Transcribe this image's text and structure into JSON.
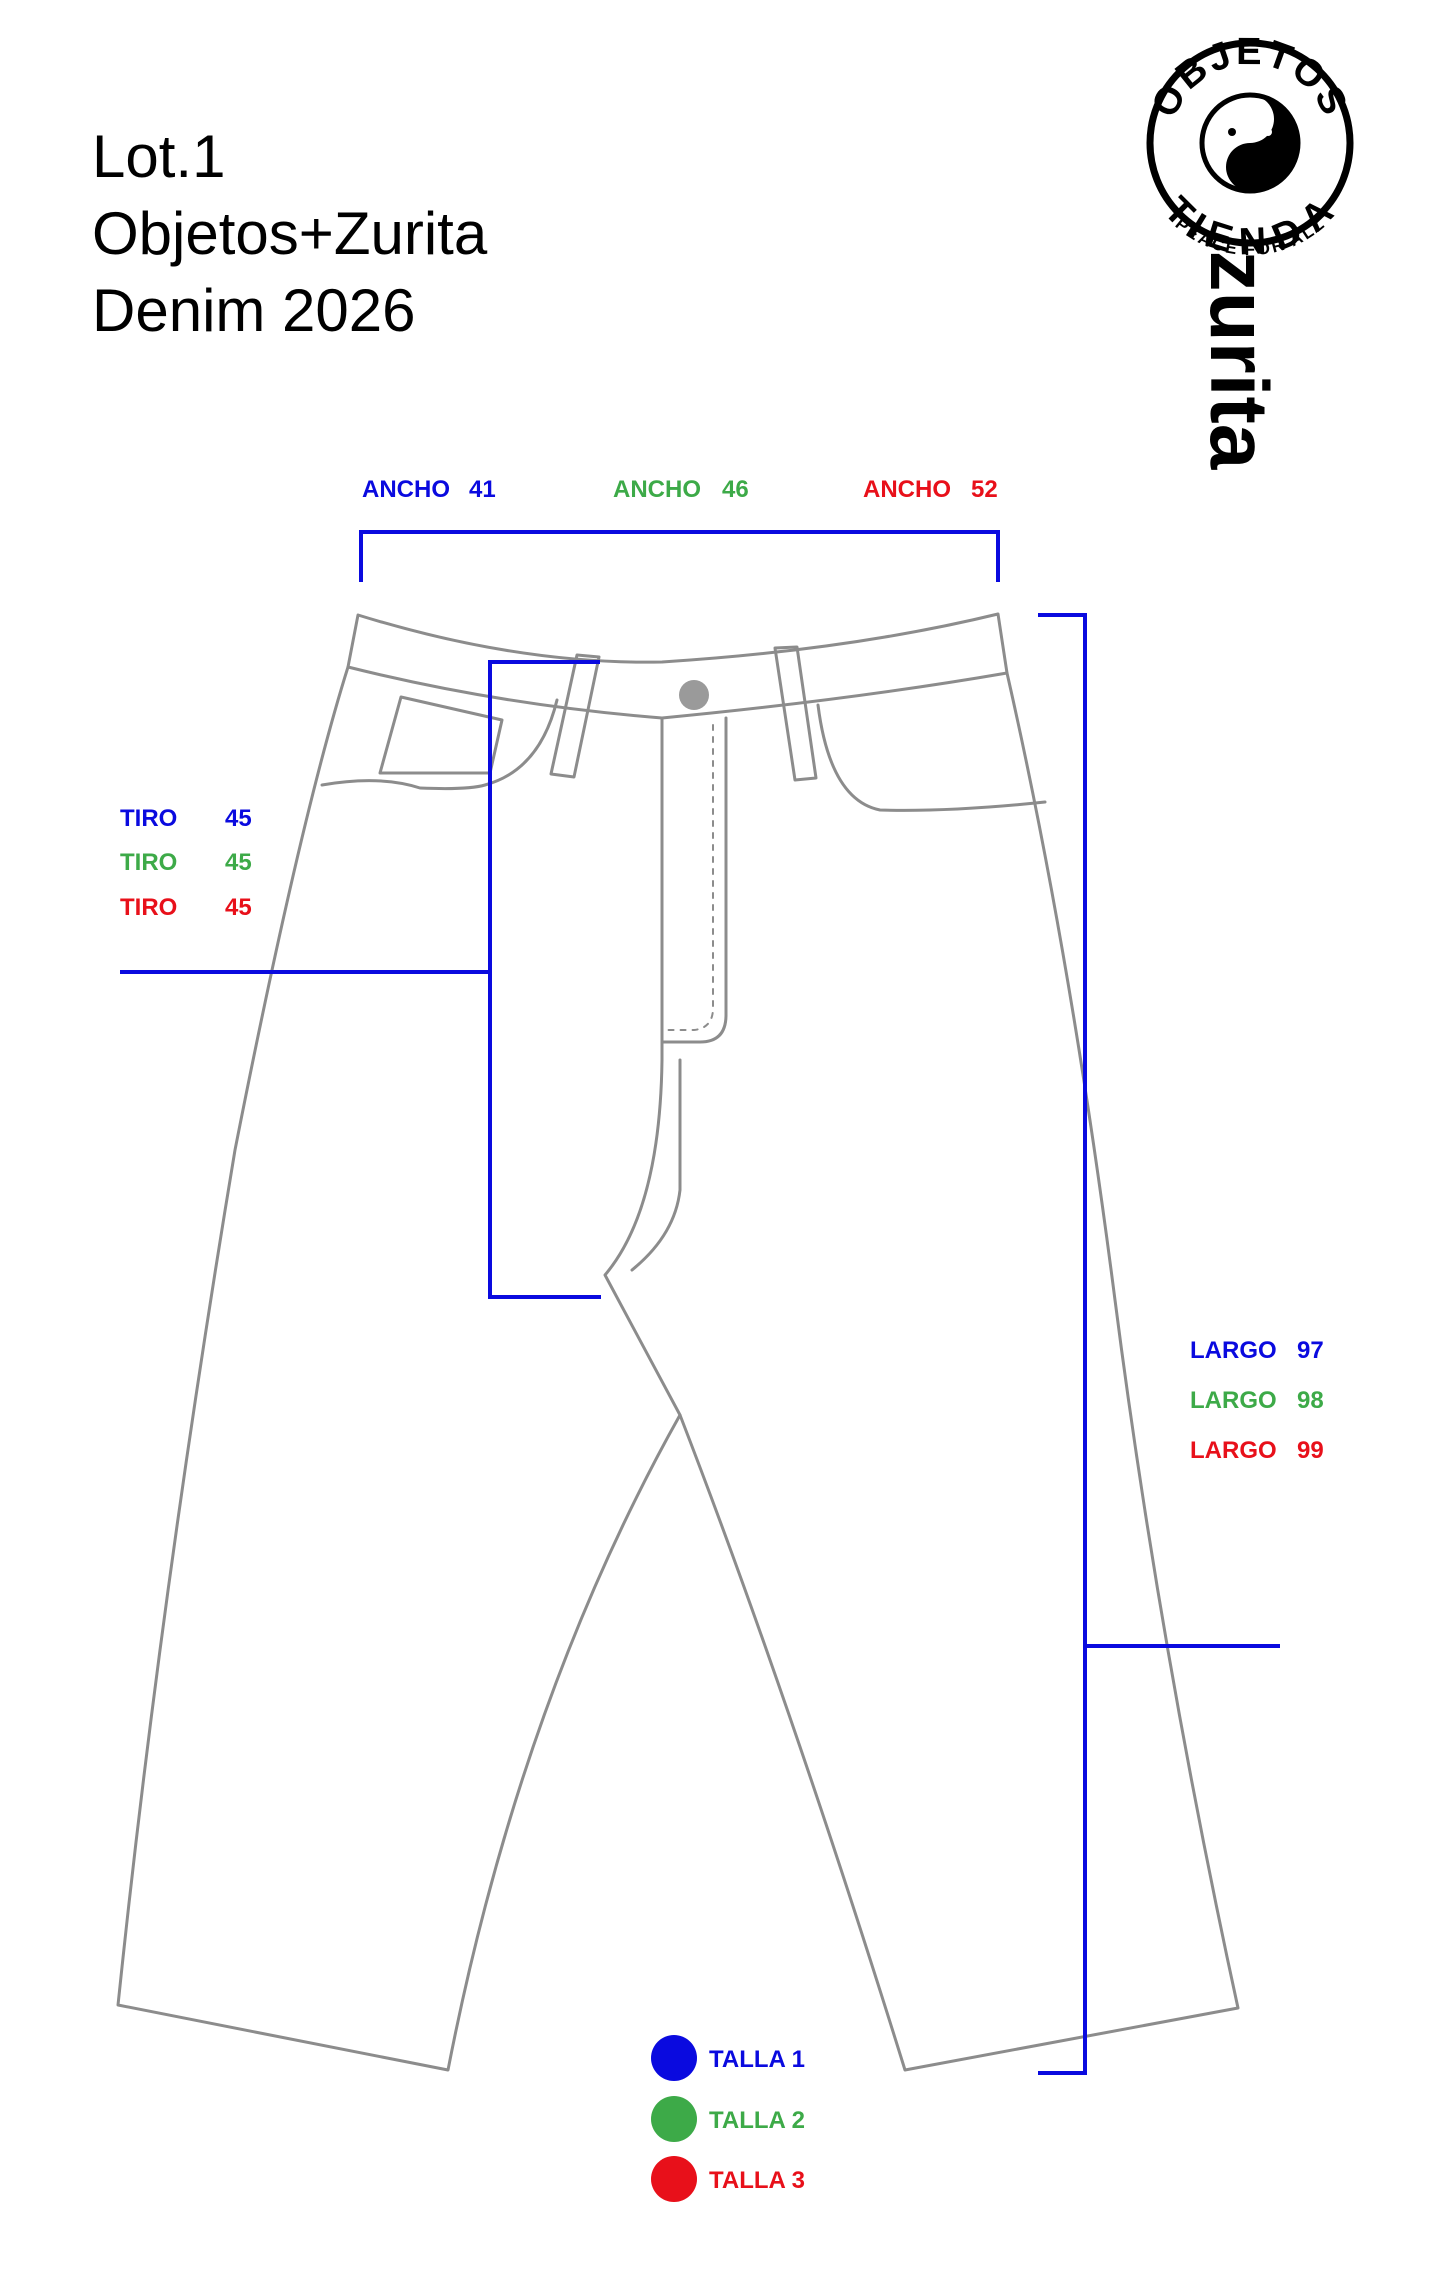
{
  "header": {
    "line1": "Lot.1",
    "line2": "Objetos+Zurita",
    "line3": "Denim 2026"
  },
  "logo": {
    "top_text": "OBJETOS",
    "bottom_text": "TIENDA",
    "tagline": "PEACE FOR ALL",
    "icon": "yin-yang-smiley-icon"
  },
  "brand": {
    "name": "zurita"
  },
  "measurements": {
    "ancho": [
      {
        "label": "ANCHO",
        "value": "41",
        "color": "#0a0adf"
      },
      {
        "label": "ANCHO",
        "value": "46",
        "color": "#3daa48"
      },
      {
        "label": "ANCHO",
        "value": "52",
        "color": "#e8101a"
      }
    ],
    "tiro": [
      {
        "label": "TIRO",
        "value": "45",
        "color": "#0a0adf"
      },
      {
        "label": "TIRO",
        "value": "45",
        "color": "#3daa48"
      },
      {
        "label": "TIRO",
        "value": "45",
        "color": "#e8101a"
      }
    ],
    "largo": [
      {
        "label": "LARGO",
        "value": "97",
        "color": "#0a0adf"
      },
      {
        "label": "LARGO",
        "value": "98",
        "color": "#3daa48"
      },
      {
        "label": "LARGO",
        "value": "99",
        "color": "#e8101a"
      }
    ]
  },
  "legend": [
    {
      "label": "TALLA 1",
      "color": "#0a0adf"
    },
    {
      "label": "TALLA 2",
      "color": "#3daa48"
    },
    {
      "label": "TALLA 3",
      "color": "#e8101a"
    }
  ],
  "colors": {
    "dimension_line": "#0a0adf",
    "garment_outline": "#8c8c8c",
    "button": "#9a9a9a"
  }
}
